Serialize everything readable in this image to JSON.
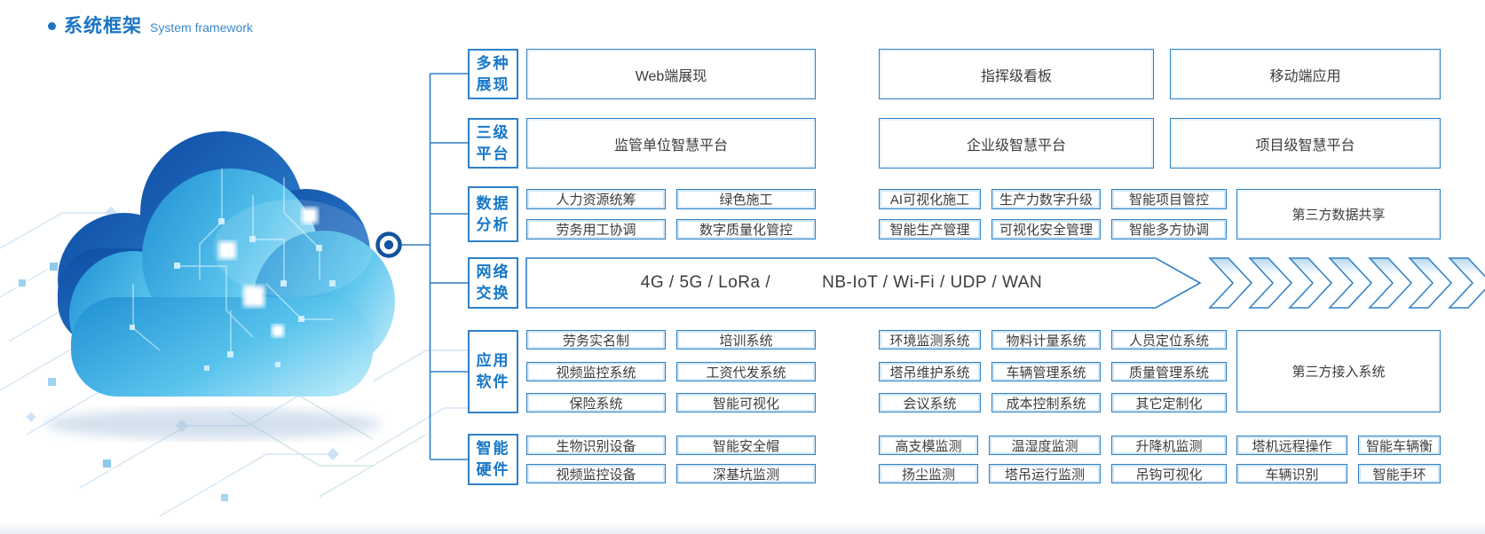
{
  "title": {
    "zh": "系统框架",
    "en": "System framework"
  },
  "categories": [
    {
      "lines": [
        "多种",
        "展现"
      ]
    },
    {
      "lines": [
        "三级",
        "平台"
      ]
    },
    {
      "lines": [
        "数据",
        "分析"
      ]
    },
    {
      "lines": [
        "网络",
        "交换"
      ]
    },
    {
      "lines": [
        "应用",
        "软件"
      ]
    },
    {
      "lines": [
        "智能",
        "硬件"
      ]
    }
  ],
  "display_row": [
    "Web端展现",
    "指挥级看板",
    "移动端应用"
  ],
  "platform_row": [
    "监管单位智慧平台",
    "企业级智慧平台",
    "项目级智慧平台"
  ],
  "data_analysis": {
    "row1": [
      "人力资源统筹",
      "绿色施工",
      "AI可视化施工",
      "生产力数字升级",
      "智能项目管控"
    ],
    "row2": [
      "劳务用工协调",
      "数字质量化管控",
      "智能生产管理",
      "可视化安全管理",
      "智能多方协调"
    ],
    "side": "第三方数据共享"
  },
  "network": {
    "left": "4G / 5G / LoRa /",
    "right": "NB-IoT / Wi-Fi / UDP / WAN"
  },
  "software": {
    "row1": [
      "劳务实名制",
      "培训系统",
      "环境监测系统",
      "物料计量系统",
      "人员定位系统"
    ],
    "row2": [
      "视频监控系统",
      "工资代发系统",
      "塔吊维护系统",
      "车辆管理系统",
      "质量管理系统"
    ],
    "row3": [
      "保险系统",
      "智能可视化",
      "会议系统",
      "成本控制系统",
      "其它定制化"
    ],
    "side": "第三方接入系统"
  },
  "hardware": {
    "row1": [
      "生物识别设备",
      "智能安全帽",
      "高支模监测",
      "温湿度监测",
      "升降机监测",
      "塔机远程操作",
      "智能车辆衡"
    ],
    "row2": [
      "视频监控设备",
      "深基坑监测",
      "扬尘监测",
      "塔吊运行监测",
      "吊钩可视化",
      "车辆识别",
      "智能手环"
    ]
  },
  "colors": {
    "accent": "#1a74c4",
    "line": "#2e7fc4",
    "box_border": "#2f81c6",
    "text": "#3c3c3c"
  }
}
